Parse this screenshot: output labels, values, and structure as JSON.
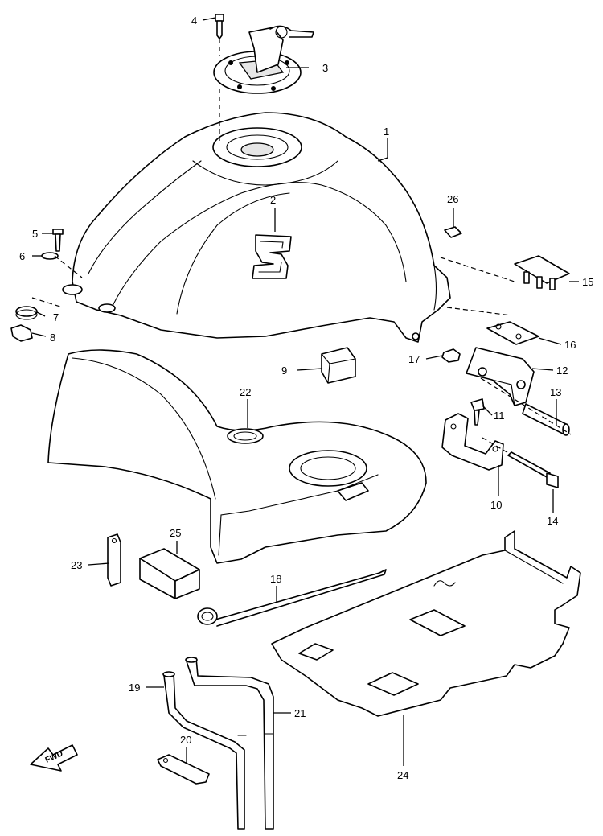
{
  "callouts": [
    {
      "id": "1",
      "label": "1"
    },
    {
      "id": "2",
      "label": "2"
    },
    {
      "id": "3",
      "label": "3"
    },
    {
      "id": "4",
      "label": "4"
    },
    {
      "id": "5",
      "label": "5"
    },
    {
      "id": "6",
      "label": "6"
    },
    {
      "id": "7",
      "label": "7"
    },
    {
      "id": "8",
      "label": "8"
    },
    {
      "id": "9",
      "label": "9"
    },
    {
      "id": "10",
      "label": "10"
    },
    {
      "id": "11",
      "label": "11"
    },
    {
      "id": "12",
      "label": "12"
    },
    {
      "id": "13",
      "label": "13"
    },
    {
      "id": "14",
      "label": "14"
    },
    {
      "id": "15",
      "label": "15"
    },
    {
      "id": "16",
      "label": "16"
    },
    {
      "id": "17",
      "label": "17"
    },
    {
      "id": "18",
      "label": "18"
    },
    {
      "id": "19",
      "label": "19"
    },
    {
      "id": "20",
      "label": "20"
    },
    {
      "id": "21",
      "label": "21"
    },
    {
      "id": "22",
      "label": "22"
    },
    {
      "id": "23",
      "label": "23"
    },
    {
      "id": "24",
      "label": "24"
    },
    {
      "id": "25",
      "label": "25"
    },
    {
      "id": "26",
      "label": "26"
    }
  ],
  "fwd_marker": {
    "label": "FWD"
  }
}
